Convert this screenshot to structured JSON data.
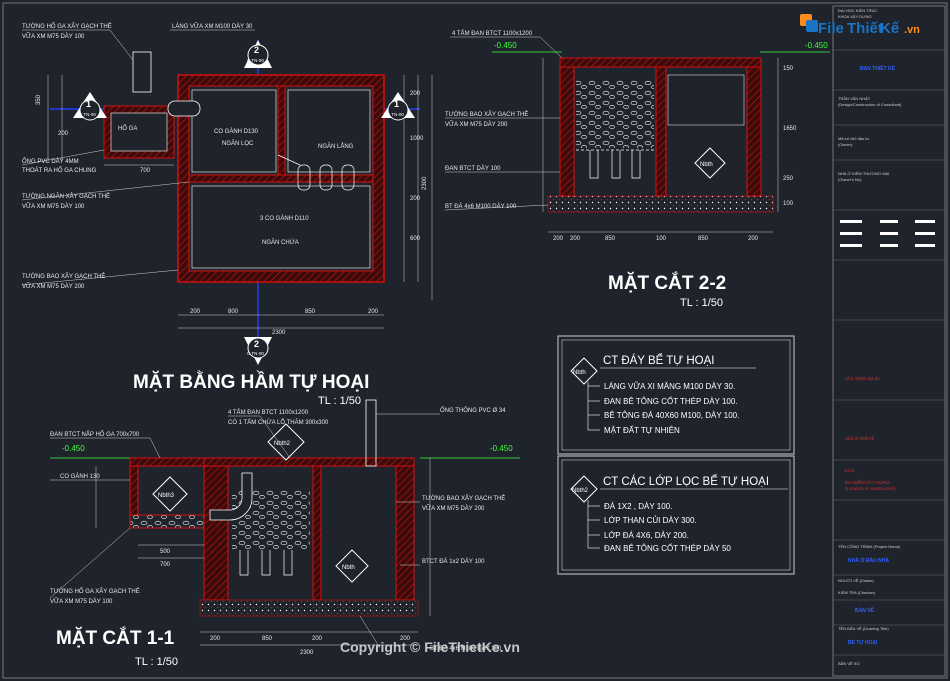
{
  "colors": {
    "background": "#1f232b",
    "wall": "#d01010",
    "wall_fill": "#3a0b0b",
    "axis": "#2040ff",
    "level": "#40ff40",
    "logo_bg": "#1a73c4",
    "logo_accent": "#ff8c1a"
  },
  "logo": {
    "file": "File",
    "thiet": "Thiết",
    "ke": "Kế",
    ".vn": ".vn"
  },
  "watermark": "Copyright © FileThietKe.vn",
  "plan": {
    "title": "MẶT BẰNG HẦM TỰ HOẠI",
    "scale": "TL : 1/50",
    "section_marks": [
      {
        "num": "1",
        "ref": "C TN-00"
      },
      {
        "num": "1",
        "ref": "C TN-00"
      },
      {
        "num": "2",
        "ref": "C TN-00"
      },
      {
        "num": "2",
        "ref": "C TN-00"
      }
    ],
    "notes": {
      "wall_pit": "TƯỜNG HỐ GA XÂY GẠCH THẺ",
      "wall_pit2": "VỮA XM M75 DÀY 100",
      "plaster": "LÁNG VỮA XM M100 DÀY 30",
      "pit": "HỐ GA",
      "pipe1": "ỐNG PVC DÀY 4MM",
      "pipe2": "THOÁT RA HỐ GA CHUNG",
      "div1": "TƯỜNG NGĂN XÂY GẠCH THẺ",
      "div2": "VỮA XM M75 DÀY 100",
      "outer1": "TƯỜNG BAO XÂY GẠCH THẺ",
      "outer2": "VỮA XM M75 DÀY 200",
      "elbow1": "CO GÀNH D130",
      "elbow2": "NGĂN LỌC",
      "settle": "NGĂN LẮNG",
      "elbows3": "3 CO GÀNH D110",
      "store": "NGĂN CHỨA"
    },
    "dims": {
      "d1": "350",
      "d2": "200",
      "d3": "700",
      "d4": "200",
      "d5": "1000",
      "d6": "200",
      "d7": "600",
      "d8": "2300",
      "d9": "2300",
      "b1": "200",
      "b2": "800",
      "b3": "850",
      "b4": "200"
    }
  },
  "sec22": {
    "title": "MẶT CẮT 2-2",
    "scale": "TL : 1/50",
    "notes": {
      "slab": "4 TẤM ĐAN BTCT 1100x1200",
      "wall1": "TƯỜNG BAO XÂY GẠCH THẺ",
      "wall2": "VỮA XM M75 DÀY 200",
      "slab2": "ĐAN BTCT DÀY 100",
      "base": "BT ĐÁ 4x6 M100 DÀY 100"
    },
    "levels": [
      "-0.450",
      "-0.450"
    ],
    "detail": "Nbth",
    "dims": {
      "h1": "150",
      "h2": "1650",
      "h3": "250",
      "h4": "100",
      "w1": "200",
      "w2": "200",
      "w3": "850",
      "w4": "100",
      "w5": "850",
      "w6": "200"
    }
  },
  "sec11": {
    "title": "MẶT CẮT 1-1",
    "scale": "TL : 1/50",
    "notes": {
      "slab1": "4 TẤM ĐAN BTCT 1100x1200",
      "slab2": "CÓ 1 TẤM CHỪA LỖ THĂM 300x300",
      "vent": "ỐNG THÔNG PVC Ø 34",
      "cover": "ĐAN BTCT NẮP HỐ GA 700x700",
      "elbow": "CO GÀNH 130",
      "wall1": "TƯỜNG BAO XÂY GẠCH THẺ",
      "wall2": "VỮA XM M75 DÀY 200",
      "btct": "BTCT ĐÁ 1x2 DÀY 100",
      "pit1": "TƯỜNG HỐ GA XÂY GẠCH THẺ",
      "pit2": "VỮA XM M75 DÀY 100",
      "bottom": "BT ĐÁ 4x6 M100 DÀY 100"
    },
    "levels": [
      "-0.450",
      "-0.450"
    ],
    "details": [
      "Nbth3",
      "Nbth2",
      "Nbth"
    ],
    "dims": {
      "a": "500",
      "b": "700",
      "c": "200",
      "d": "850",
      "e": "200",
      "f": "200",
      "g": "2300"
    }
  },
  "box1": {
    "tag": "Nbth",
    "title": "CT ĐÁY BỂ TỰ HOẠI",
    "lines": [
      "LÁNG VỮA XI MĂNG M100 DÀY 30.",
      "ĐAN BÊ TÔNG CỐT THÉP DÀY 100.",
      "BÊ TÔNG ĐÁ 40X60 M100, DÀY 100.",
      "MẶT ĐẤT TỰ NHIÊN"
    ]
  },
  "box2": {
    "tag": "Nbth2",
    "title": "CT CÁC LỚP LỌC BỂ TỰ HOẠI",
    "lines": [
      "ĐÁ 1X2 , DÀY 100.",
      "LỚP THAN CỦI DÀY 300.",
      "LỚP ĐÁ 4X6, DÀY 200.",
      "ĐAN BÊ TÔNG CỐT THÉP DÀY 50"
    ]
  },
  "titleblock": {
    "top": [
      "ĐẠI HỌC KIẾN TRÚC",
      "KHOA XÂY DỰNG"
    ],
    "blue1": "BẢN THIẾT KẾ",
    "mid": [
      "TRẦN VĂN NHẬT",
      "(Design/Construction of Consultant)"
    ],
    "sign": "Mã số chủ đầu tư",
    "signsub": "(Owner)",
    "rows": [
      "NHÀ Ở KIÊM THƯƠNG MẠI",
      "(Owner's No)"
    ],
    "red": [
      "Chủ nhiệm dự án",
      "Chủ trì thiết kế",
      "KCS"
    ],
    "red2": [
      "ĐỊA ĐIỂM XÂY DỰNG",
      "(Location of construction)"
    ],
    "proj": "TÊN CÔNG TRÌNH (Project Name)",
    "proj_blue": "NHÀ Ở ĐẦU NHÀ",
    "drawn": "NGƯỜI VẼ (Drawn)",
    "checked": "KIỂM TRA (Checker)",
    "blue2": "BẢN VẼ",
    "sheet": "TÊN BẢN VẼ (Drawing Title)",
    "sheet_blue": "BỂ TỰ HOẠI",
    "num": "BẢN VẼ SỐ"
  }
}
